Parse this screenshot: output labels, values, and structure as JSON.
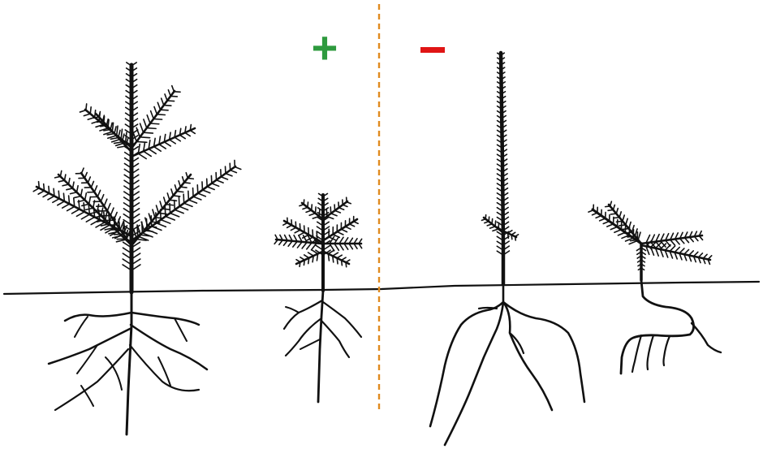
{
  "figure": {
    "positive_symbol": "+",
    "negative_symbol": "−",
    "colors": {
      "positive": "#2e9a3e",
      "negative": "#e01515",
      "divider": "#e08a1e",
      "ink": "#111111",
      "background": "#ffffff"
    },
    "groups": [
      {
        "id": "positive",
        "symbol": "+",
        "seedlings": [
          "large-balanced-seedling",
          "small-balanced-seedling"
        ]
      },
      {
        "id": "negative",
        "symbol": "−",
        "seedlings": [
          "tall-spindly-seedling",
          "bent-stem-seedling"
        ]
      }
    ]
  }
}
